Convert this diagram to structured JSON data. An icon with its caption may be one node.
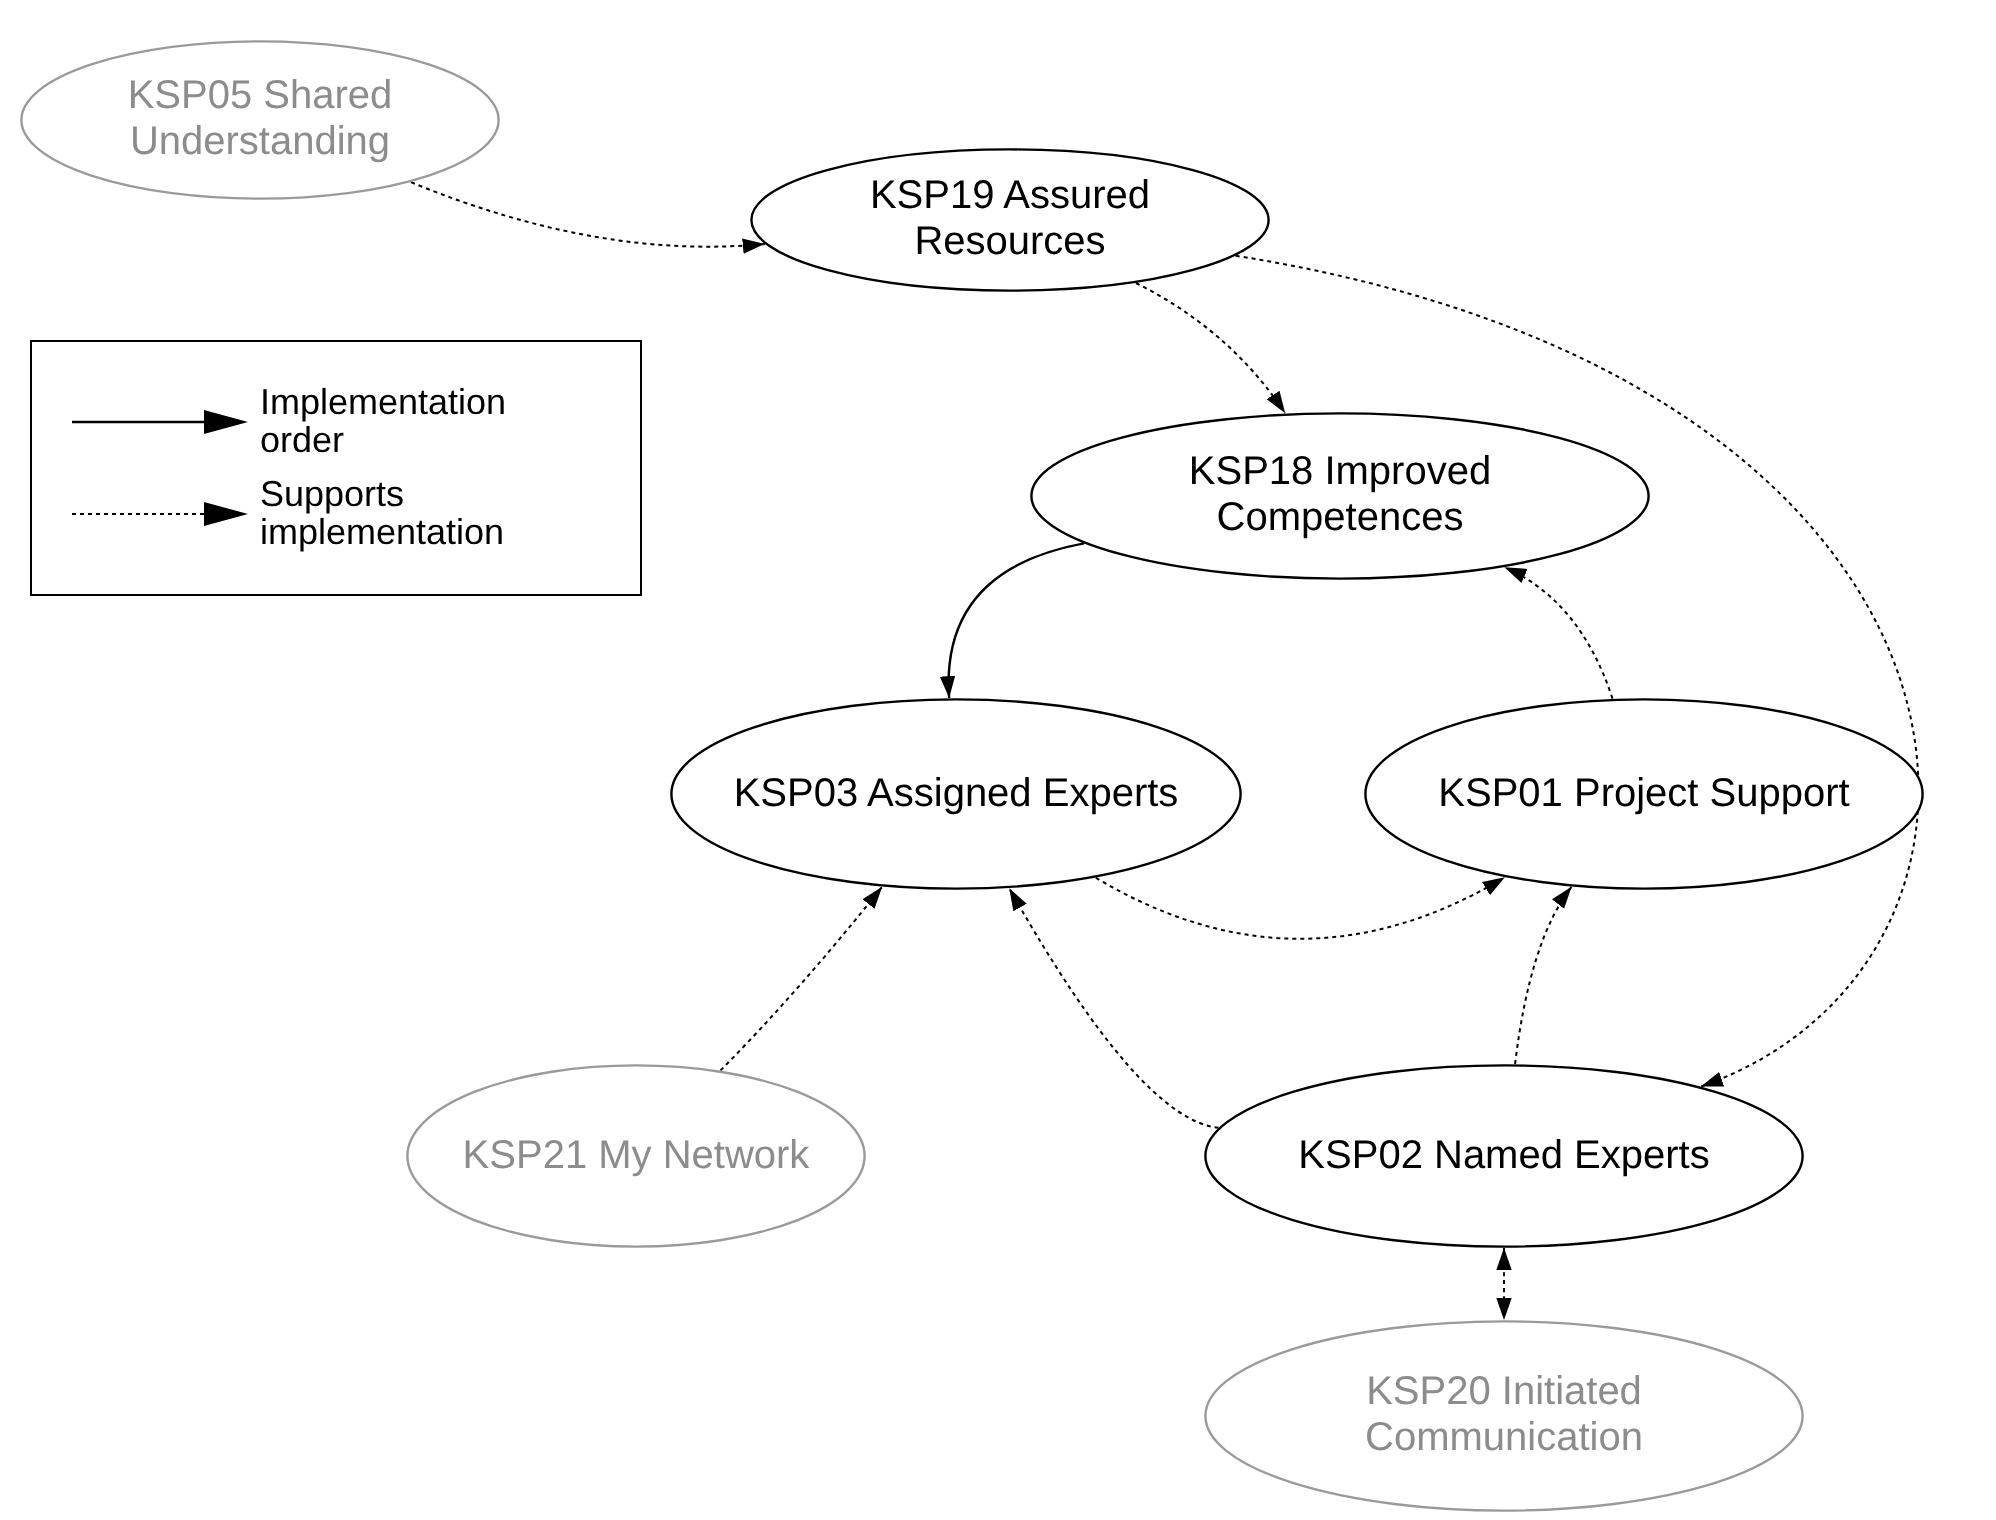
{
  "diagram": {
    "nodes": [
      {
        "text": [
          "KSP05 Shared Understanding"
        ]
      },
      {
        "text": [
          "KSP19 Assured Resources"
        ]
      },
      {
        "text": [
          "KSP18 Improved Competences"
        ]
      },
      {
        "text": [
          "KSP03 Assigned Experts"
        ]
      },
      {
        "text": [
          "KSP01 Project Support"
        ]
      },
      {
        "text": [
          "KSP21 My Network"
        ]
      },
      {
        "text": [
          "KSP02 Named Experts"
        ]
      },
      {
        "text": [
          "KSP20 Initiated Communication"
        ]
      }
    ],
    "edges": [
      {
        "from": 0,
        "to": 1,
        "arrow": "to",
        "style": "dashed"
      },
      {
        "from": 1,
        "to": 2,
        "arrow": "to",
        "style": "dashed"
      },
      {
        "from": 1,
        "to": 6,
        "arrow": "to",
        "style": "dashed"
      },
      {
        "from": 2,
        "to": 3,
        "arrow": "to"
      },
      {
        "from": 4,
        "to": 2,
        "arrow": "to",
        "style": "dashed"
      },
      {
        "from": 3,
        "to": 4,
        "arrow": "to",
        "style": "dashed"
      },
      {
        "from": 5,
        "to": 3,
        "arrow": "to",
        "style": "dashed"
      },
      {
        "from": 6,
        "to": 3,
        "arrow": "to",
        "style": "dashed"
      },
      {
        "from": 6,
        "to": 4,
        "arrow": "to",
        "style": "dashed"
      },
      {
        "from": 6,
        "to": 7,
        "arrow": "both",
        "style": "dashed"
      }
    ],
    "legend": [
      {
        "text": "Implementation order"
      },
      {
        "text": "Supports implementation"
      }
    ]
  }
}
